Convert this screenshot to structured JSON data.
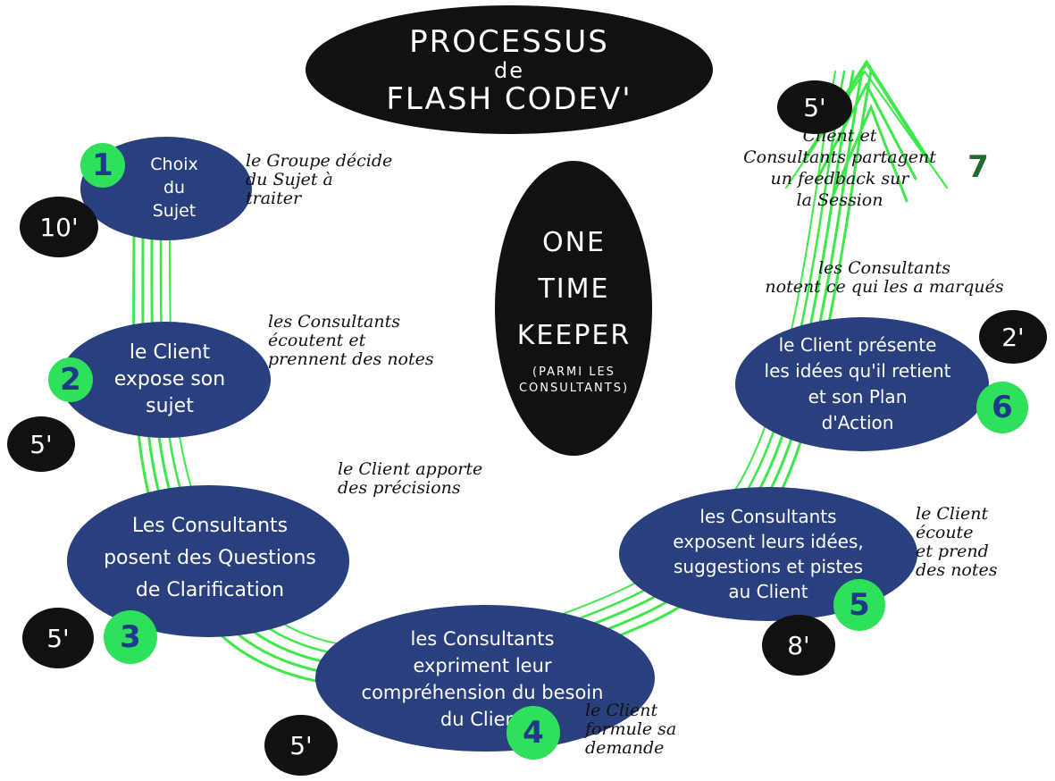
{
  "title": {
    "line1": "PROCESSUS",
    "line2": "de",
    "line3": "FLASH  CODEV'"
  },
  "keeper": {
    "line1": "ONE",
    "line2": "TIME",
    "line3": "KEEPER",
    "sub": "(PARMI LES\nCONSULTANTS)"
  },
  "colors": {
    "step_fill": "#2a3f7e",
    "badge_green": "#2fe05a",
    "badge_black": "#111111",
    "arrow_green": "#3ee84a"
  },
  "steps": [
    {
      "number": "1",
      "duration": "10'",
      "text": "Choix\ndu\nSujet",
      "note": "le Groupe décide\ndu Sujet à\ntraiter"
    },
    {
      "number": "2",
      "duration": "5'",
      "text": "le Client\nexpose son\nsujet",
      "note": "les Consultants\nécoutent et\nprennent des notes"
    },
    {
      "number": "3",
      "duration": "5'",
      "text": "Les Consultants\nposent des Questions\nde Clarification",
      "note": "le Client apporte\ndes précisions"
    },
    {
      "number": "4",
      "duration": "5'",
      "text": "les Consultants\nexpriment leur\ncompréhension du besoin\ndu Client",
      "note": "le Client\nformule sa\ndemande"
    },
    {
      "number": "5",
      "duration": "8'",
      "text": "les Consultants\nexposent leurs idées,\nsuggestions et pistes\nau Client",
      "note": "le Client\nécoute\net prend\ndes notes"
    },
    {
      "number": "6",
      "duration": "2'",
      "text": "le Client présente\nles idées qu'il retient\net son Plan\nd'Action",
      "note": "les Consultants\nnotent ce qui les a marqués"
    },
    {
      "number": "7",
      "duration": "5'",
      "text": "Client et\nConsultants partagent\nun feedback sur\nla Session"
    }
  ]
}
